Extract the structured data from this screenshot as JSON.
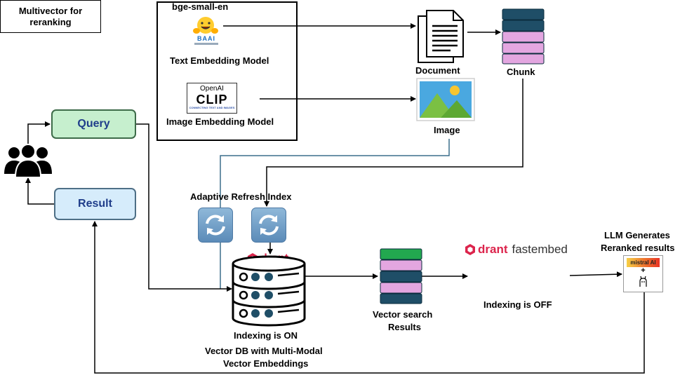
{
  "models": {
    "text_model_name": "bge-small-en",
    "text_model_label": "Text Embedding Model",
    "baai_logo_text": "BAAI",
    "openai_logo_text": "OpenAI",
    "clip_logo_text": "CLIP",
    "clip_tagline": "CONNECTING TEXT AND IMAGES",
    "image_model_label": "Image Embedding Model"
  },
  "sources": {
    "document_label": "Document",
    "chunk_label": "Chunk",
    "image_label": "Image"
  },
  "user": {
    "query_label": "Query",
    "result_label": "Result"
  },
  "index": {
    "refresh_label": "Adaptive Refresh Index",
    "qdrant_logo_text": "drant",
    "indexing_on_label": "Indexing is ON",
    "db_label_line1": "Vector DB with Multi-Modal",
    "db_label_line2": "Vector Embeddings"
  },
  "search": {
    "results_line1": "Vector search",
    "results_line2": "Results"
  },
  "rerank": {
    "fastembed_text": "fastembed",
    "box_line1": "Multivector for",
    "box_line2": "reranking",
    "indexing_off_label": "Indexing is OFF"
  },
  "llm": {
    "label_line1": "LLM Generates",
    "label_line2": "Reranked results",
    "mistral_logo_text": "mistral AI",
    "plus": "+"
  },
  "colors": {
    "arrow": "#000000",
    "index_line": "#3b6e8c",
    "chunk_dark": "#1f4e67",
    "chunk_pink": "#e3a6e0",
    "result_green": "#22a84f",
    "qdrant_red": "#dc244c",
    "query_fill": "#c6efce",
    "result_fill": "#d6ecfb"
  }
}
